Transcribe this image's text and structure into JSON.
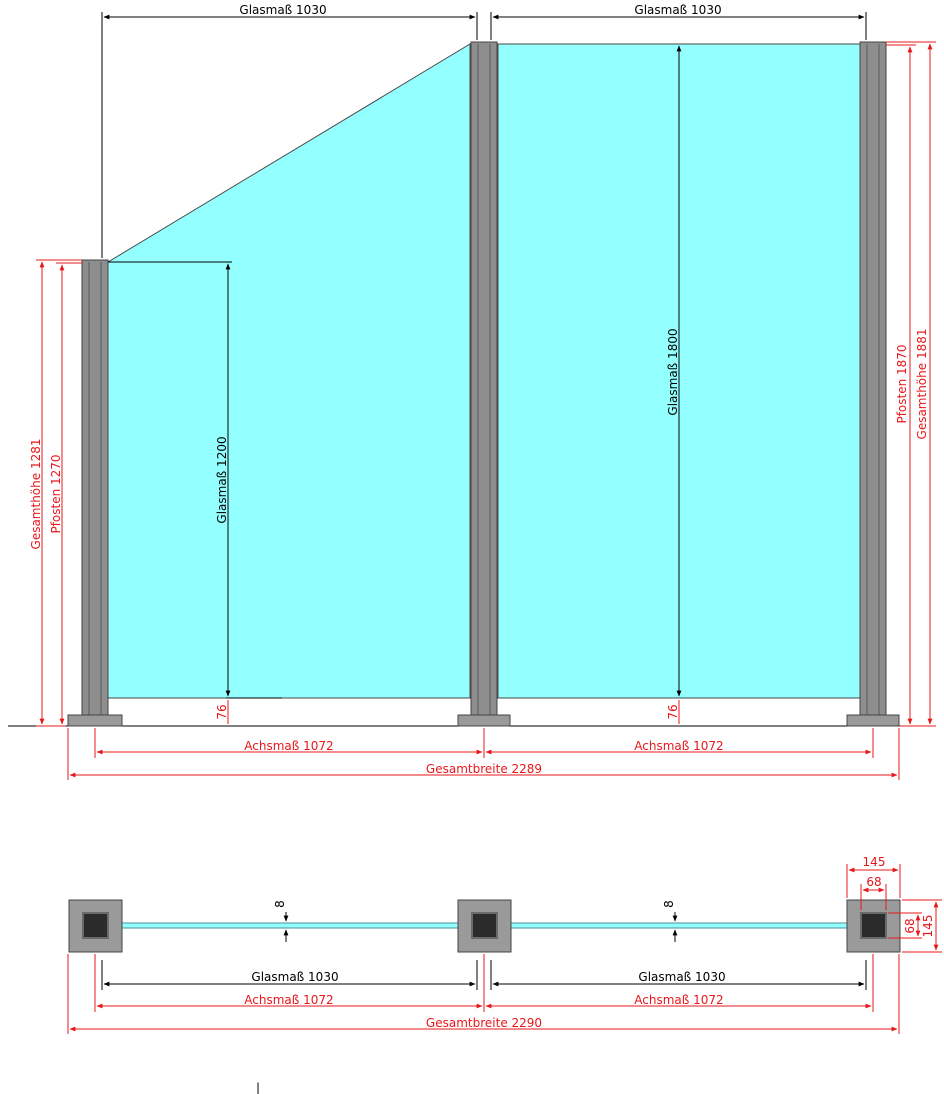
{
  "colors": {
    "glass": "#93ffff",
    "post": "#8e8e8e",
    "post_dark": "#5a5a5a",
    "base": "#9a9a9a",
    "dim_red": "#e8171b",
    "dim_black": "#000000",
    "post_core": "#2b2b2b"
  },
  "elevation": {
    "glass_left_width": "Glasmaß 1030",
    "glass_right_width": "Glasmaß 1030",
    "glass_left_height": "Glasmaß 1200",
    "glass_right_height": "Glasmaß 1800",
    "gap_left": "76",
    "gap_right": "76",
    "left_total_height": "Gesamthöhe 1281",
    "left_post_height": "Pfosten 1270",
    "right_post_height": "Pfosten 1870",
    "right_total_height": "Gesamthöhe 1881",
    "axis_left": "Achsmaß 1072",
    "axis_right": "Achsmaß 1072",
    "total_width": "Gesamtbreite 2289"
  },
  "plan": {
    "glass_thickness_left": "8",
    "glass_thickness_right": "8",
    "base_width": "145",
    "core_width": "68",
    "core_depth": "68",
    "base_depth": "145",
    "glass_left_width": "Glasmaß 1030",
    "glass_right_width": "Glasmaß 1030",
    "axis_left": "Achsmaß 1072",
    "axis_right": "Achsmaß 1072",
    "total_width": "Gesamtbreite 2290"
  },
  "footer_mark": "|"
}
